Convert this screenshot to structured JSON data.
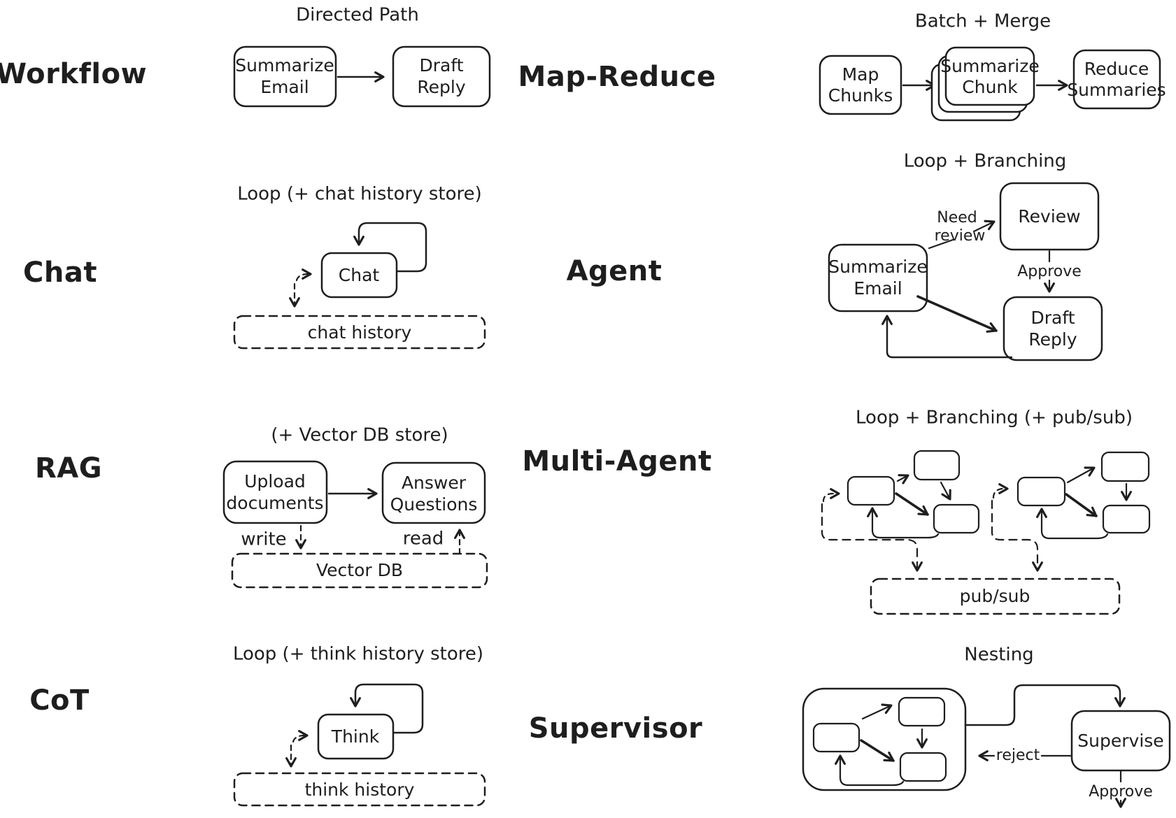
{
  "colors": {
    "ink": "#1e1e1e",
    "background": "#ffffff"
  },
  "sections": {
    "workflow": {
      "label": "Workflow",
      "title": "Directed Path",
      "nodes": {
        "summarize_email": {
          "line1": "Summarize",
          "line2": "Email"
        },
        "draft_reply": {
          "line1": "Draft",
          "line2": "Reply"
        }
      }
    },
    "map_reduce": {
      "label": "Map-Reduce",
      "title": "Batch + Merge",
      "nodes": {
        "map_chunks": {
          "line1": "Map",
          "line2": "Chunks"
        },
        "summarize_chunk": {
          "line1": "Summarize",
          "line2": "Chunk"
        },
        "reduce_summaries": {
          "line1": "Reduce",
          "line2": "Summaries"
        }
      }
    },
    "chat": {
      "label": "Chat",
      "title": "Loop (+ chat history store)",
      "nodes": {
        "chat": {
          "line1": "Chat"
        },
        "chat_history": {
          "line1": "chat history"
        }
      }
    },
    "agent": {
      "label": "Agent",
      "title": "Loop + Branching",
      "nodes": {
        "summarize_email": {
          "line1": "Summarize",
          "line2": "Email"
        },
        "review": {
          "line1": "Review"
        },
        "draft_reply": {
          "line1": "Draft",
          "line2": "Reply"
        }
      },
      "edges": {
        "need_line1": "Need",
        "need_line2": "review",
        "approve": "Approve"
      }
    },
    "rag": {
      "label": "RAG",
      "title": "(+ Vector DB store)",
      "nodes": {
        "upload_documents": {
          "line1": "Upload",
          "line2": "documents"
        },
        "answer_questions": {
          "line1": "Answer",
          "line2": "Questions"
        },
        "vector_db": {
          "line1": "Vector DB"
        }
      },
      "edges": {
        "write": "write",
        "read": "read"
      }
    },
    "multi_agent": {
      "label": "Multi-Agent",
      "title": "Loop + Branching (+ pub/sub)",
      "nodes": {
        "pub_sub": {
          "line1": "pub/sub"
        }
      }
    },
    "cot": {
      "label": "CoT",
      "title": "Loop (+ think history store)",
      "nodes": {
        "think": {
          "line1": "Think"
        },
        "think_history": {
          "line1": "think history"
        }
      }
    },
    "supervisor": {
      "label": "Supervisor",
      "title": "Nesting",
      "nodes": {
        "supervise": {
          "line1": "Supervise"
        }
      },
      "edges": {
        "reject": "reject",
        "approve": "Approve"
      }
    }
  }
}
